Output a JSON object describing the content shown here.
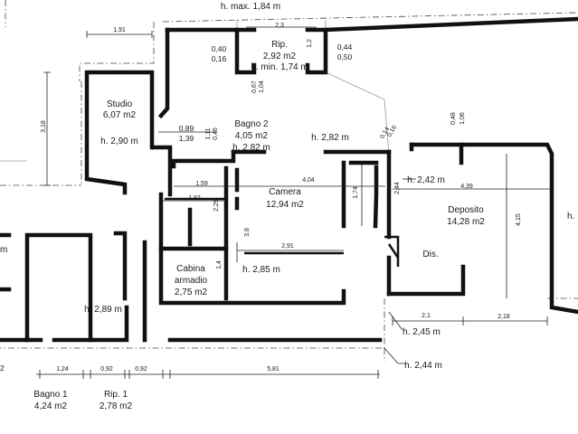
{
  "rooms": {
    "rip_top": {
      "name": "Rip.",
      "area": "2,92 m2",
      "height": "h. min. 1,74 m"
    },
    "studio": {
      "name": "Studio",
      "area": "6,07 m2",
      "height": "h. 2,90 m"
    },
    "bagno2": {
      "name": "Bagno 2",
      "area": "4,05 m2",
      "height": "h. 2,82 m"
    },
    "camera": {
      "name": "Camera",
      "area": "12,94 m2"
    },
    "deposito": {
      "name": "Deposito",
      "area": "14,28 m2"
    },
    "dis": {
      "name": "Dis."
    },
    "cabina": {
      "name1": "Cabina",
      "name2": "armadio",
      "area": "2,75 m2"
    },
    "bagno1": {
      "name": "Bagno 1",
      "area": "4,24 m2"
    },
    "rip1": {
      "name": "Rip. 1",
      "area": "2,78 m2"
    }
  },
  "heights": {
    "max_top": "h. max. 1,84 m",
    "camera_right": "h. 2,82 m",
    "deposito": "h. 2,42 m",
    "cabina": "h. 2,85 m",
    "left": "h. 2,89 m",
    "bottom_right_1": "h. 2,45 m",
    "bottom_right_2": "h. 2,44 m",
    "edge_right": "h.",
    "edge_left": "m"
  },
  "dims": {
    "d_1_91": "1,91",
    "d_3_18": "3,18",
    "d_2_3": "2,3",
    "d_1_2": "1,2",
    "d_0_40": "0,40",
    "d_0_16": "0,16",
    "d_0_44": "0,44",
    "d_0_50": "0,50",
    "d_0_67": "0,67",
    "d_1_04": "1,04",
    "d_0_89": "0,89",
    "d_1_39": "1,39",
    "d_1_11": "1,11",
    "d_0_46": "0,46",
    "d_0_14": "0,14",
    "d_0_16b": "0,16",
    "d_0_48": "0,48",
    "d_1_06": "1,06",
    "d_1_59": "1,59",
    "d_4_04": "4,04",
    "d_1_74": "1,74",
    "d_2_44": "2,44",
    "d_4_39": "4,39",
    "d_1_97": "1,97",
    "d_2_29": "2,29",
    "d_4_15": "4,15",
    "d_3_8": "3,8",
    "d_2_91": "2,91",
    "d_1_4": "1,4",
    "d_2_1": "2,1",
    "d_2_18": "2,18",
    "d_1_24": "1,24",
    "d_0_92a": "0,92",
    "d_0_92b": "0,92",
    "d_5_81": "5,81",
    "d_2_cut": "2"
  }
}
